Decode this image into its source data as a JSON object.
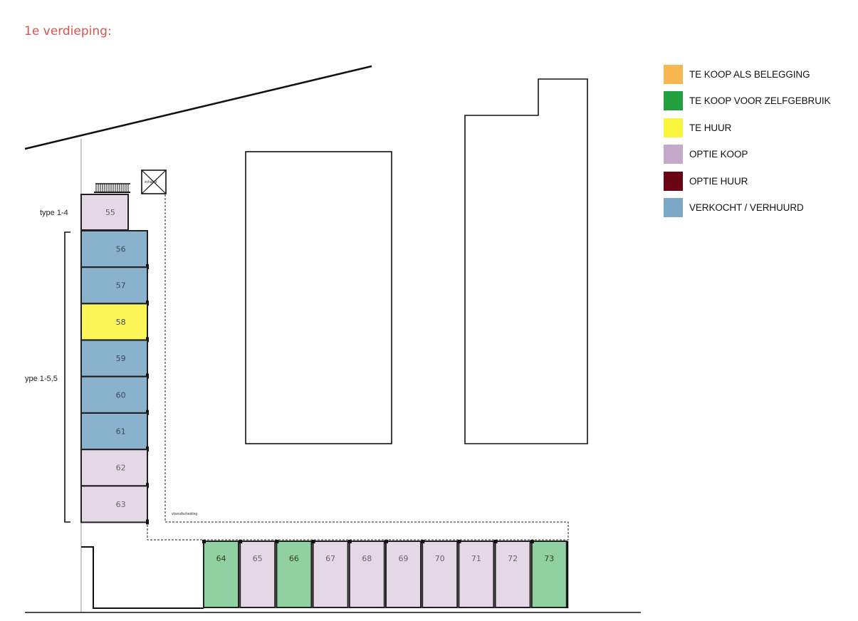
{
  "heading": "1e verdieping:",
  "colors": {
    "te_koop_belegging": "#f8b651",
    "te_koop_zelfgebruik": "#22a040",
    "te_huur": "#fbf43c",
    "optie_koop": "#c4a9ca",
    "optie_huur": "#6b0412",
    "verkocht_verhuurd": "#7aa8c6"
  },
  "legend": [
    {
      "status": "te_koop_belegging",
      "label": "TE KOOP ALS BELEGGING"
    },
    {
      "status": "te_koop_zelfgebruik",
      "label": "TE KOOP VOOR ZELFGEBRUIK"
    },
    {
      "status": "te_huur",
      "label": "TE HUUR"
    },
    {
      "status": "optie_koop",
      "label": "OPTIE KOOP"
    },
    {
      "status": "optie_huur",
      "label": "OPTIE HUUR"
    },
    {
      "status": "verkocht_verhuurd",
      "label": "VERKOCHT / VERHUURD"
    }
  ],
  "type_labels": {
    "top": "type 1-4",
    "side": "ype 1-5,5"
  },
  "small_labels": {
    "schacht": "schacht",
    "scheiding": "vloerafscheiding"
  },
  "units_vertical": [
    {
      "number": "55",
      "status": "optie_koop"
    },
    {
      "number": "56",
      "status": "verkocht_verhuurd"
    },
    {
      "number": "57",
      "status": "verkocht_verhuurd"
    },
    {
      "number": "58",
      "status": "te_huur"
    },
    {
      "number": "59",
      "status": "verkocht_verhuurd"
    },
    {
      "number": "60",
      "status": "verkocht_verhuurd"
    },
    {
      "number": "61",
      "status": "verkocht_verhuurd"
    },
    {
      "number": "62",
      "status": "optie_koop"
    },
    {
      "number": "63",
      "status": "optie_koop"
    }
  ],
  "units_horizontal": [
    {
      "number": "64",
      "status": "te_koop_zelfgebruik"
    },
    {
      "number": "65",
      "status": "optie_koop"
    },
    {
      "number": "66",
      "status": "te_koop_zelfgebruik"
    },
    {
      "number": "67",
      "status": "optie_koop"
    },
    {
      "number": "68",
      "status": "optie_koop"
    },
    {
      "number": "69",
      "status": "optie_koop"
    },
    {
      "number": "70",
      "status": "optie_koop"
    },
    {
      "number": "71",
      "status": "optie_koop"
    },
    {
      "number": "72",
      "status": "optie_koop"
    },
    {
      "number": "73",
      "status": "te_koop_zelfgebruik"
    }
  ]
}
